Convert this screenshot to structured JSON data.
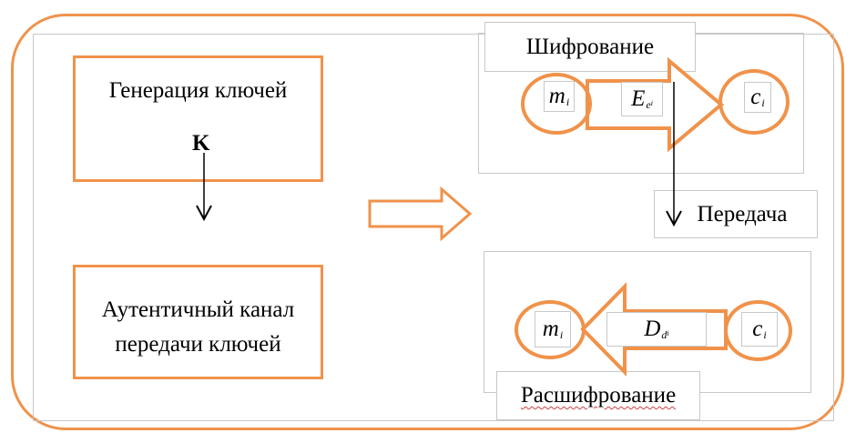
{
  "keygen": {
    "title": "Генерация ключей",
    "key": "K"
  },
  "channel": {
    "line1": "Аутентичный канал",
    "line2": "передачи ключей"
  },
  "encryption": {
    "label": "Шифрование",
    "message": {
      "base": "m",
      "sub": "i"
    },
    "function": {
      "base": "E",
      "sub": "e",
      "subsub": "i"
    },
    "cipher": {
      "base": "c",
      "sub": "i"
    }
  },
  "transmission": {
    "label": "Передача"
  },
  "decryption": {
    "label": "Расшифрование",
    "message": {
      "base": "m",
      "sub": "i"
    },
    "function": {
      "base": "D",
      "sub": "d",
      "subsub": "i"
    },
    "cipher": {
      "base": "c",
      "sub": "i"
    }
  },
  "colors": {
    "accent": "#f0924a",
    "frame": "#c8c8c8"
  }
}
